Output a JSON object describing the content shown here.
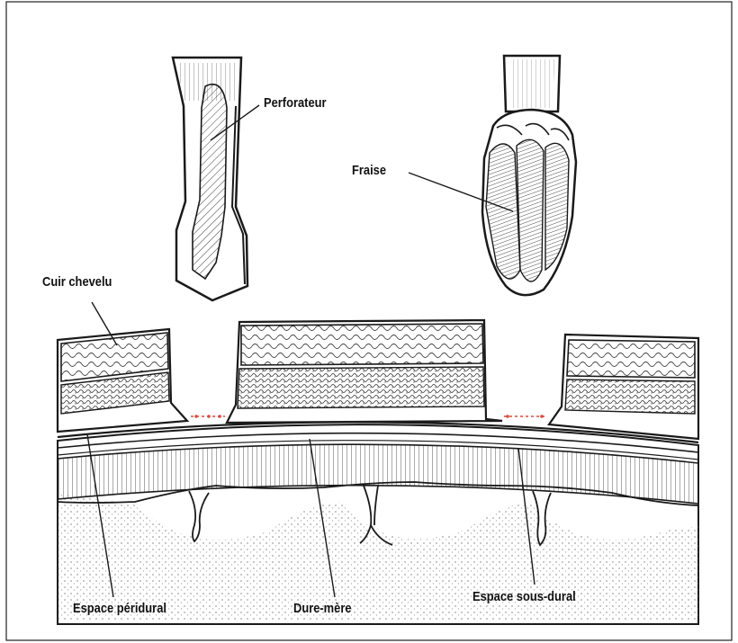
{
  "labels": {
    "perforateur": "Perforateur",
    "fraise": "Fraise",
    "cuir_chevelu": "Cuir chevelu",
    "espace_peridural": "Espace péridural",
    "dure_mere": "Dure-mère",
    "espace_sous_dural": "Espace sous-dural"
  },
  "colors": {
    "ink": "#1a1a1a",
    "marker": "#e0483c"
  }
}
